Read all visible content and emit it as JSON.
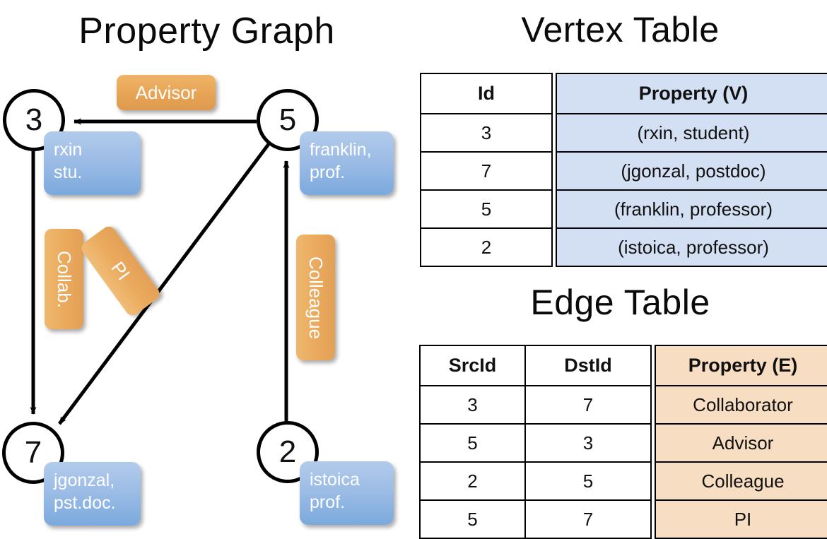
{
  "titles": {
    "graph": "Property Graph",
    "vertex_table": "Vertex Table",
    "edge_table": "Edge Table"
  },
  "colors": {
    "vertex_property_fill": "#d3dff2",
    "edge_property_fill": "#f7ddc1",
    "node_property_box": "#9dbde6",
    "edge_label_box": "#e9a758",
    "stroke": "#000000"
  },
  "graph": {
    "nodes": [
      {
        "id": "3",
        "property": "rxin\nstu.",
        "property_line1": "rxin",
        "property_line2": "stu."
      },
      {
        "id": "5",
        "property": "franklin, prof.",
        "property_line1": "franklin,",
        "property_line2": "prof."
      },
      {
        "id": "7",
        "property": "jgonzal, pst.doc.",
        "property_line1": "jgonzal,",
        "property_line2": "pst.doc."
      },
      {
        "id": "2",
        "property": "istoica prof.",
        "property_line1": "istoica",
        "property_line2": "prof."
      }
    ],
    "edge_labels": [
      {
        "name": "advisor",
        "text": "Advisor",
        "from": "5",
        "to": "3"
      },
      {
        "name": "collab",
        "text": "Collab.",
        "from": "3",
        "to": "7"
      },
      {
        "name": "pi",
        "text": "PI",
        "from": "5",
        "to": "7"
      },
      {
        "name": "colleague",
        "text": "Colleague",
        "from": "2",
        "to": "5"
      }
    ]
  },
  "chart_data": {
    "type": "diagram",
    "title": "Property Graph",
    "nodes": [
      "3",
      "7",
      "5",
      "2"
    ],
    "edges": [
      {
        "src": "3",
        "dst": "7",
        "label": "Collaborator"
      },
      {
        "src": "5",
        "dst": "3",
        "label": "Advisor"
      },
      {
        "src": "2",
        "dst": "5",
        "label": "Colleague"
      },
      {
        "src": "5",
        "dst": "7",
        "label": "PI"
      }
    ]
  },
  "vertex_table": {
    "headers": {
      "id": "Id",
      "property": "Property (V)"
    },
    "rows": [
      {
        "id": "3",
        "property": "(rxin, student)"
      },
      {
        "id": "7",
        "property": "(jgonzal, postdoc)"
      },
      {
        "id": "5",
        "property": "(franklin, professor)"
      },
      {
        "id": "2",
        "property": "(istoica, professor)"
      }
    ]
  },
  "edge_table": {
    "headers": {
      "src": "SrcId",
      "dst": "DstId",
      "property": "Property (E)"
    },
    "rows": [
      {
        "src": "3",
        "dst": "7",
        "property": "Collaborator"
      },
      {
        "src": "5",
        "dst": "3",
        "property": "Advisor"
      },
      {
        "src": "2",
        "dst": "5",
        "property": "Colleague"
      },
      {
        "src": "5",
        "dst": "7",
        "property": "PI"
      }
    ]
  }
}
